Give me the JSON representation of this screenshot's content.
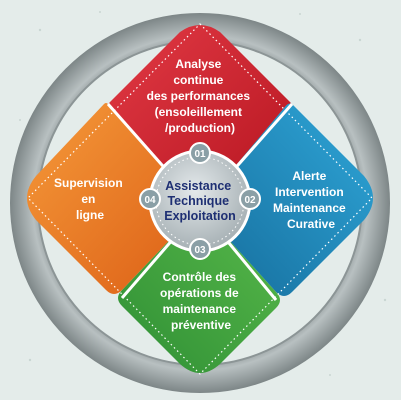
{
  "center": {
    "lines": [
      "Assistance",
      "Technique",
      "Exploitation"
    ],
    "color": "#1e2f73"
  },
  "quadrants": [
    {
      "id": "top",
      "number": "01",
      "lines": [
        "Analyse",
        "continue",
        "des performances",
        "(ensoleillement",
        "/production)"
      ],
      "color": "#d91f2e"
    },
    {
      "id": "right",
      "number": "02",
      "lines": [
        "Alerte",
        "Intervention",
        "Maintenance",
        "Curative"
      ],
      "color": "#1f8fc4"
    },
    {
      "id": "bottom",
      "number": "03",
      "lines": [
        "Contrôle des",
        "opérations de",
        "maintenance",
        "préventive"
      ],
      "color": "#3aa63c"
    },
    {
      "id": "left",
      "number": "04",
      "lines": [
        "Supervision",
        "en",
        "ligne"
      ],
      "color": "#ee7a1f"
    }
  ],
  "colors": {
    "background": "#e4ecea",
    "ring": "#9aa3a4",
    "badge": "#8a9fa6",
    "center_disc": "#bfc7ca"
  }
}
